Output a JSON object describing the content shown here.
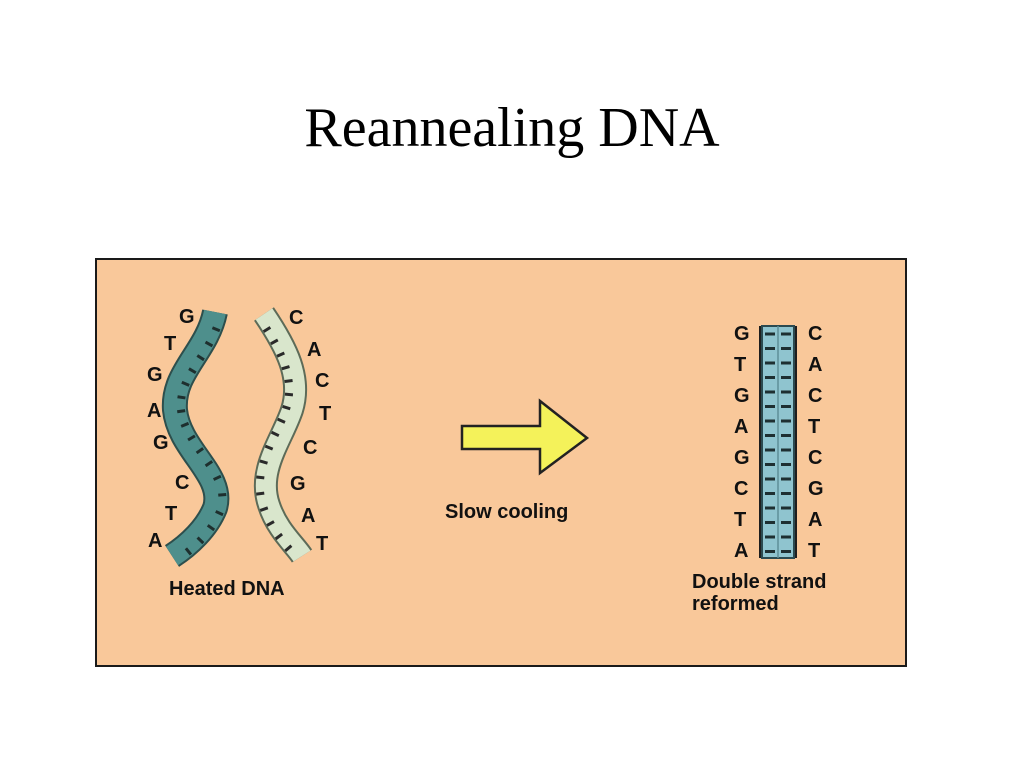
{
  "title": "Reannealing DNA",
  "diagram": {
    "left_strand_bases": [
      "G",
      "T",
      "G",
      "A",
      "G",
      "C",
      "T",
      "A"
    ],
    "right_strand_bases": [
      "C",
      "A",
      "C",
      "T",
      "C",
      "G",
      "A",
      "T"
    ],
    "reformed_left_bases": [
      "G",
      "T",
      "G",
      "A",
      "G",
      "C",
      "T",
      "A"
    ],
    "reformed_right_bases": [
      "C",
      "A",
      "C",
      "T",
      "C",
      "G",
      "A",
      "T"
    ],
    "heated_label": "Heated DNA",
    "arrow_label": "Slow cooling",
    "reformed_label": "Double strand reformed",
    "colors": {
      "background": "#f9c89a",
      "dark_strand": "#4e8f8c",
      "light_strand": "#d9e6cc",
      "reformed_strand": "#8fc4cf",
      "arrow": "#f4f25a"
    }
  }
}
